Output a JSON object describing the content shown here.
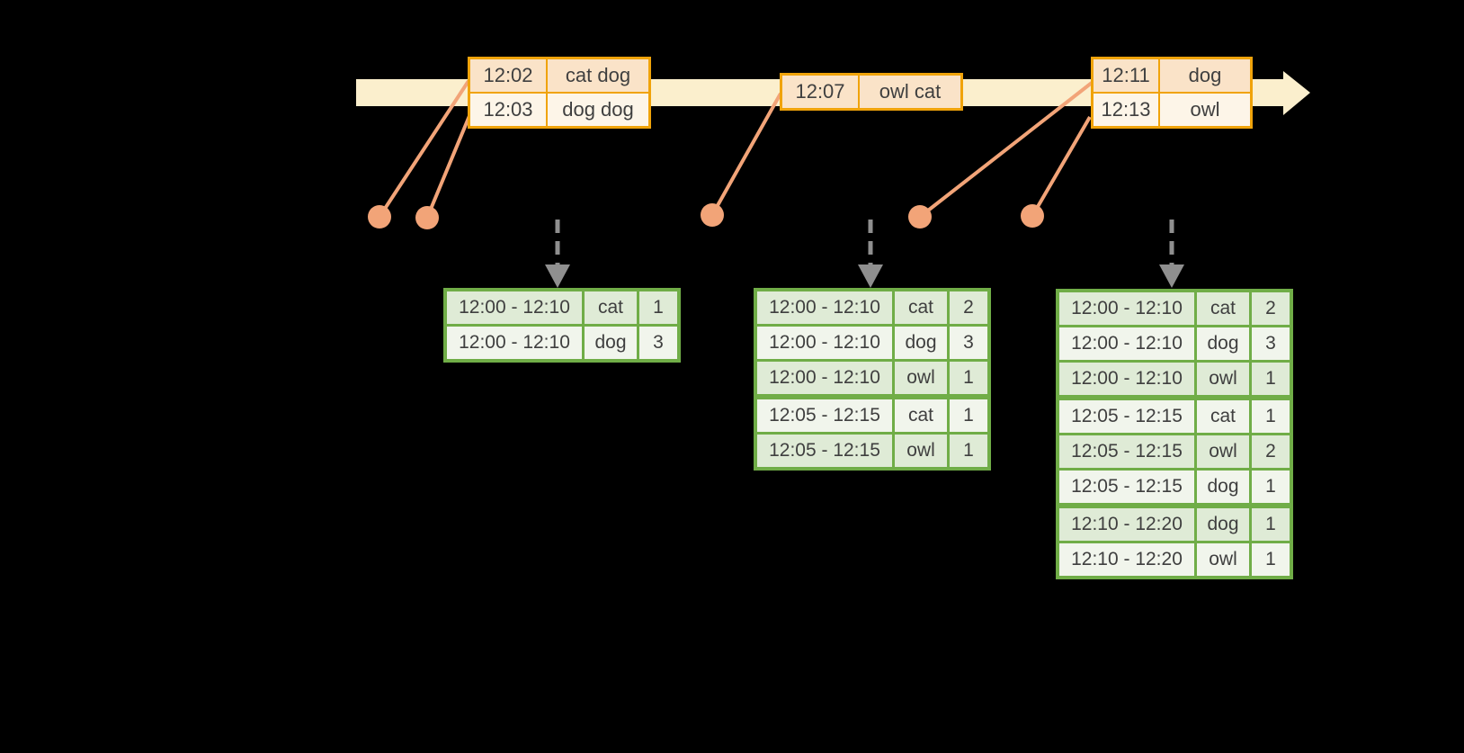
{
  "palette": {
    "background": "#000000",
    "timeline_fill": "#fbefcd",
    "event_border": "#f0a30a",
    "event_row_dark": "#fae3c8",
    "event_row_light": "#fdf5e8",
    "connector": "#f2a478",
    "result_border": "#70ad47",
    "result_row_dark": "#dfebd6",
    "result_row_light": "#f1f5ec",
    "trigger_arrow": "#8f8f8f",
    "text": "#3f3f3f"
  },
  "event_tables": [
    {
      "id": "events-1202",
      "rows": [
        {
          "time": "12:02",
          "words": "cat dog"
        },
        {
          "time": "12:03",
          "words": "dog dog"
        }
      ]
    },
    {
      "id": "events-1207",
      "rows": [
        {
          "time": "12:07",
          "words": "owl cat"
        }
      ]
    },
    {
      "id": "events-1211",
      "rows": [
        {
          "time": "12:11",
          "words": "dog"
        },
        {
          "time": "12:13",
          "words": "owl"
        }
      ]
    }
  ],
  "result_tables": [
    {
      "id": "result-table-1",
      "rows": [
        {
          "window": "12:00 - 12:10",
          "word": "cat",
          "count": "1"
        },
        {
          "window": "12:00 - 12:10",
          "word": "dog",
          "count": "3"
        }
      ]
    },
    {
      "id": "result-table-2",
      "rows": [
        {
          "window": "12:00 - 12:10",
          "word": "cat",
          "count": "2"
        },
        {
          "window": "12:00 - 12:10",
          "word": "dog",
          "count": "3"
        },
        {
          "window": "12:00 - 12:10",
          "word": "owl",
          "count": "1"
        },
        {
          "window": "12:05 - 12:15",
          "word": "cat",
          "count": "1"
        },
        {
          "window": "12:05 - 12:15",
          "word": "owl",
          "count": "1"
        }
      ]
    },
    {
      "id": "result-table-3",
      "rows": [
        {
          "window": "12:00 - 12:10",
          "word": "cat",
          "count": "2"
        },
        {
          "window": "12:00 - 12:10",
          "word": "dog",
          "count": "3"
        },
        {
          "window": "12:00 - 12:10",
          "word": "owl",
          "count": "1"
        },
        {
          "window": "12:05 - 12:15",
          "word": "cat",
          "count": "1"
        },
        {
          "window": "12:05 - 12:15",
          "word": "owl",
          "count": "2"
        },
        {
          "window": "12:05 - 12:15",
          "word": "dog",
          "count": "1"
        },
        {
          "window": "12:10 - 12:20",
          "word": "dog",
          "count": "1"
        },
        {
          "window": "12:10 - 12:20",
          "word": "owl",
          "count": "1"
        }
      ]
    }
  ]
}
